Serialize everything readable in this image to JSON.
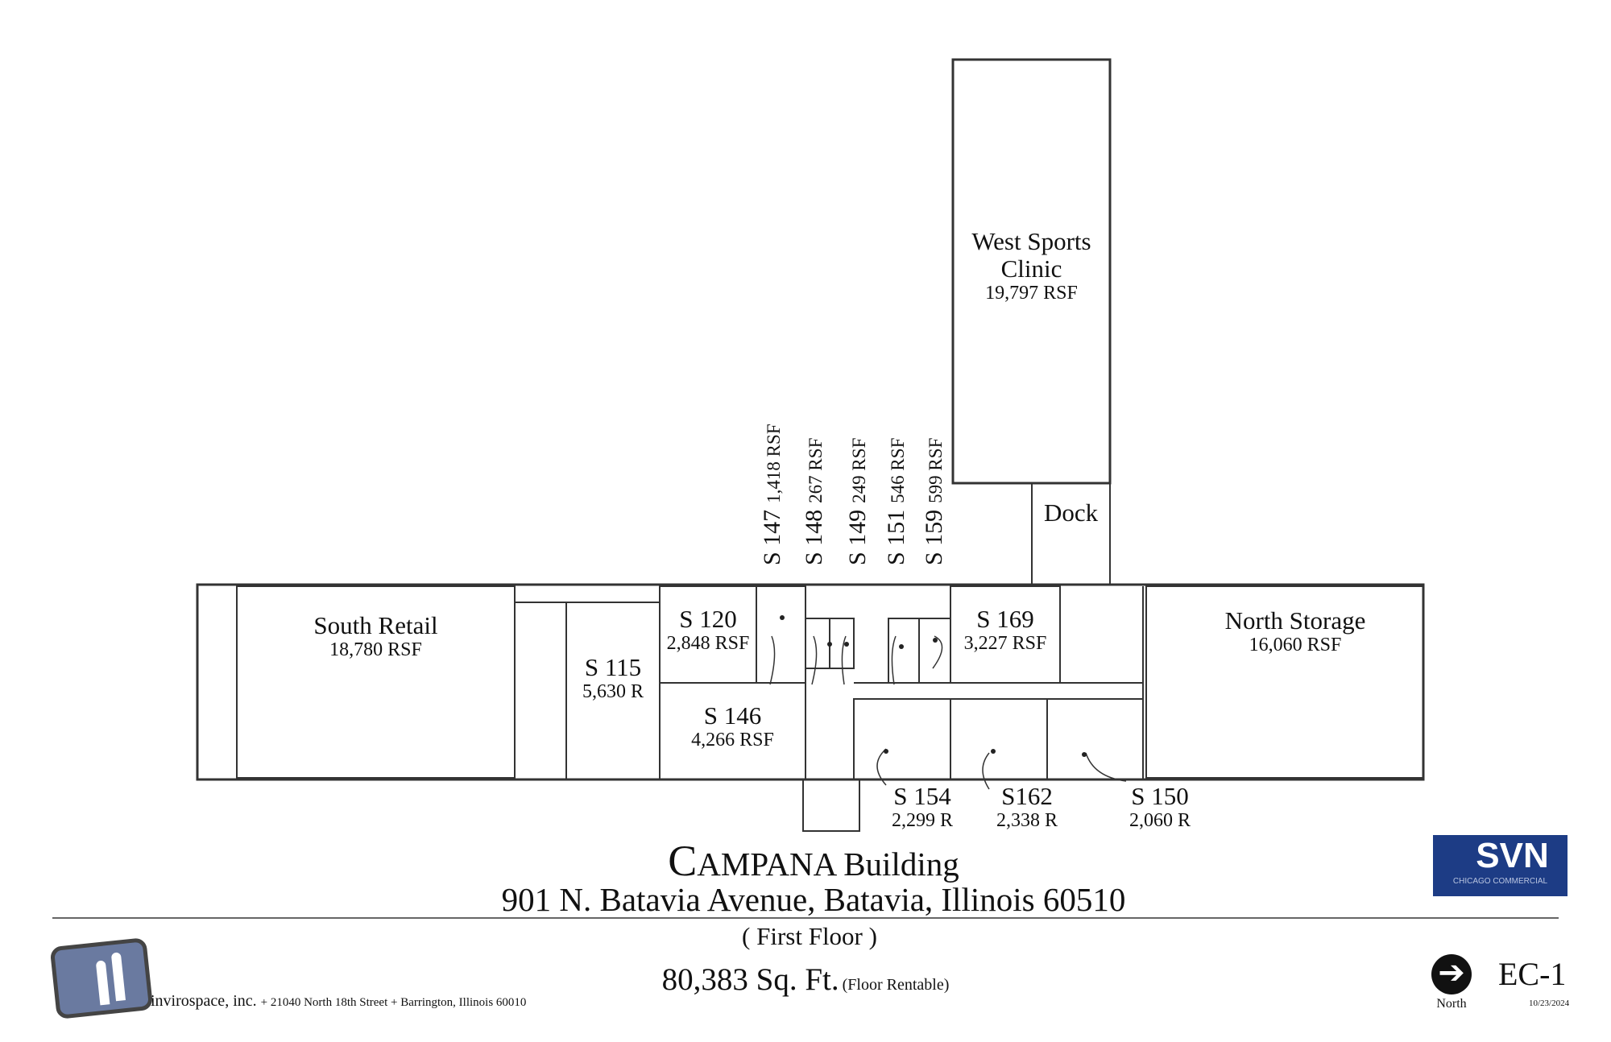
{
  "rooms": {
    "west_sports": {
      "name1": "West Sports",
      "name2": "Clinic",
      "size": "19,797 RSF"
    },
    "dock": {
      "name": "Dock"
    },
    "south_retail": {
      "name": "South Retail",
      "size": "18,780 RSF"
    },
    "north_storage": {
      "name": "North Storage",
      "size": "16,060 RSF"
    },
    "s115": {
      "name": "S 115",
      "size": "5,630 R"
    },
    "s120": {
      "name": "S 120",
      "size": "2,848 RSF"
    },
    "s146": {
      "name": "S 146",
      "size": "4,266 RSF"
    },
    "s169": {
      "name": "S 169",
      "size": "3,227 RSF"
    },
    "s154": {
      "name": "S 154",
      "size": "2,299 R"
    },
    "s162": {
      "name": "S162",
      "size": "2,338 R"
    },
    "s150": {
      "name": "S 150",
      "size": "2,060 R"
    },
    "s147": {
      "name": "S 147",
      "size": "1,418 RSF"
    },
    "s148": {
      "name": "S 148",
      "size": "267 RSF"
    },
    "s149": {
      "name": "S 149",
      "size": "249 RSF"
    },
    "s151": {
      "name": "S 151",
      "size": "546 RSF"
    },
    "s159": {
      "name": "S 159",
      "size": "599 RSF"
    }
  },
  "title": {
    "building_cap": "C",
    "building_rest": "AMPANA Building",
    "address": "901 N. Batavia Avenue, Batavia, Illinois 60510",
    "floor": "( First Floor )",
    "area": "80,383 Sq. Ft.",
    "area_note": "(Floor Rentable)"
  },
  "footer": {
    "company": "invirospace, inc.",
    "address": "+ 21040 North 18th Street + Barrington, Illinois 60010",
    "north_label": "North",
    "sheet": "EC-1",
    "date": "10/23/2024"
  },
  "svn_logo": {
    "name": "SVN",
    "sub": "CHICAGO COMMERCIAL",
    "bg": "#1d3c85"
  }
}
